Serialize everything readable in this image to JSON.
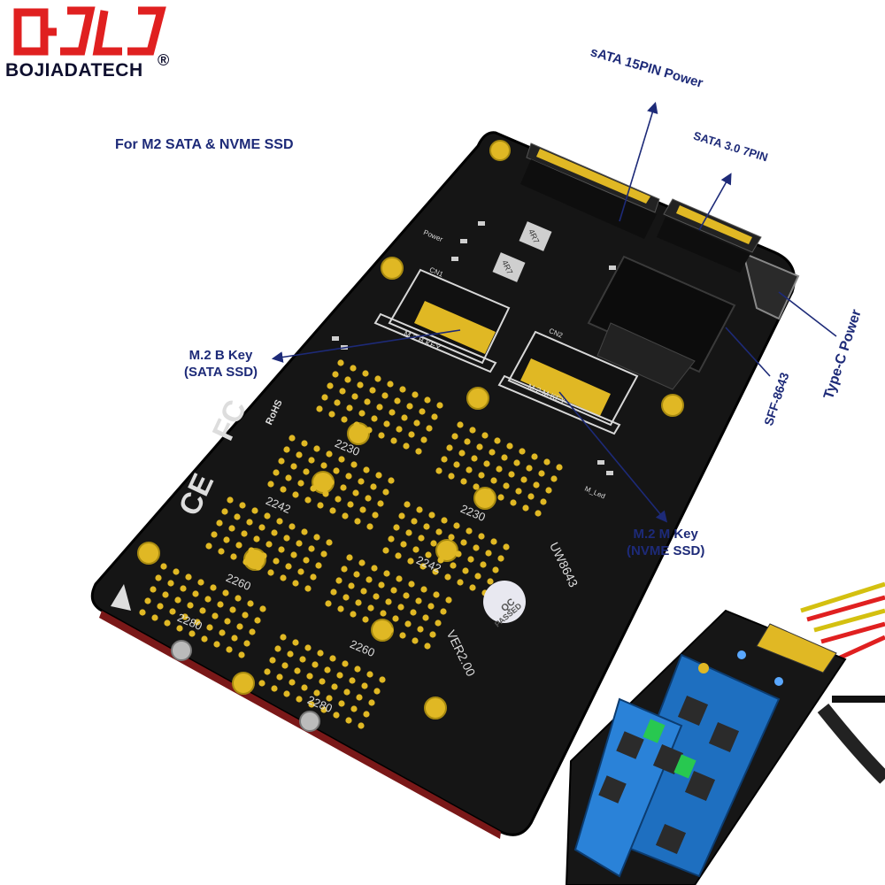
{
  "brand": {
    "name": "BOJIADATECH",
    "registered": "®"
  },
  "headline": "For M2 SATA & NVME SSD",
  "callouts": {
    "sata_power": "sATA 15PIN Power",
    "sata_data": "SATA 3.0 7PIN",
    "m2_b_key": "M.2 B Key",
    "m2_b_key_sub": "(SATA SSD)",
    "m2_m_key": "M.2 M Key",
    "m2_m_key_sub": "(NVME SSD)",
    "sff": "SFF-8643",
    "typec": "Type-C Power"
  },
  "board": {
    "model": "UW8643",
    "version": "VER2.00",
    "qc": "QC",
    "qc_sub": "PASSED",
    "rohs": "RoHS",
    "slot_b_label": "M.2 B KEY",
    "slot_m_label": "M.2 M KEY",
    "cn1": "CN1",
    "cn2": "CN2",
    "power_label": "Power",
    "m_led": "M_Led",
    "inductor": "4R7",
    "sizes_left": [
      "2230",
      "2242",
      "2260",
      "2280"
    ],
    "sizes_right": [
      "2230",
      "2242",
      "2260",
      "2280"
    ]
  },
  "colors": {
    "label": "#1d2a78",
    "pcb": "#151515",
    "gold": "#e0b824",
    "slot": "#d8d8d8"
  }
}
